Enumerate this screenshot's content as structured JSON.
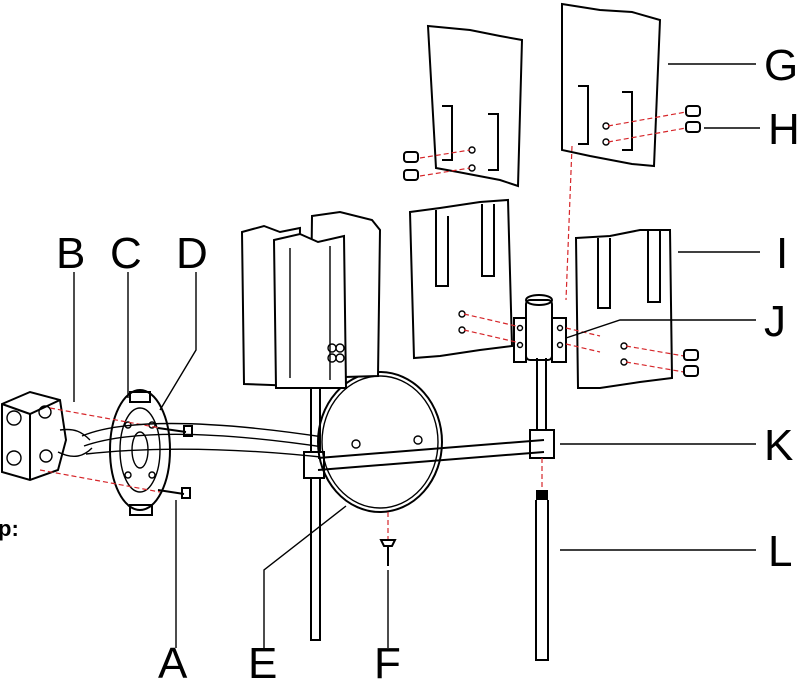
{
  "diagram": {
    "labels": {
      "A": "A",
      "B": "B",
      "C": "C",
      "D": "D",
      "E": "E",
      "F": "F",
      "G": "G",
      "H": "H",
      "I": "I",
      "J": "J",
      "K": "K",
      "L": "L"
    },
    "step_fragment": "p:",
    "colors": {
      "line": "#000000",
      "guide": "#d6262a",
      "background": "#ffffff"
    }
  }
}
